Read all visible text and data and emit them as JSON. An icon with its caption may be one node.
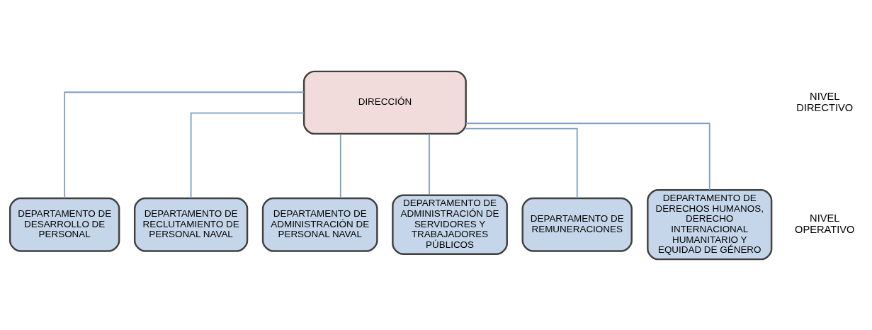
{
  "diagram": {
    "nodes": [
      {
        "text": [
          "DIRECCIÓN"
        ]
      },
      {
        "text": [
          "DEPARTAMENTO DE DESARROLLO DE PERSONAL"
        ]
      },
      {
        "text": [
          "DEPARTAMENTO DE RECLUTAMIENTO DE PERSONAL NAVAL"
        ]
      },
      {
        "text": [
          "DEPARTAMENTO DE ADMINISTRACIÓN DE PERSONAL NAVAL"
        ]
      },
      {
        "text": [
          "DEPARTAMENTO DE ADMINISTRACIÓN DE SERVIDORES Y TRABAJADORES PÚBLICOS"
        ]
      },
      {
        "text": [
          "DEPARTAMENTO DE REMUNERACIONES"
        ]
      },
      {
        "text": [
          "DEPARTAMENTO DE DERECHOS HUMANOS, DERECHO INTERNACIONAL HUMANITARIO Y EQUIDAD DE GÉNERO"
        ]
      }
    ],
    "edges": [
      {
        "from": 0,
        "to": 1,
        "arrow": "none"
      },
      {
        "from": 0,
        "to": 2,
        "arrow": "none"
      },
      {
        "from": 0,
        "to": 3,
        "arrow": "none"
      },
      {
        "from": 0,
        "to": 4,
        "arrow": "none"
      },
      {
        "from": 0,
        "to": 5,
        "arrow": "none"
      },
      {
        "from": 0,
        "to": 6,
        "arrow": "none"
      }
    ],
    "labels": [
      "NIVEL DIRECTIVO",
      "NIVEL OPERATIVO"
    ]
  }
}
